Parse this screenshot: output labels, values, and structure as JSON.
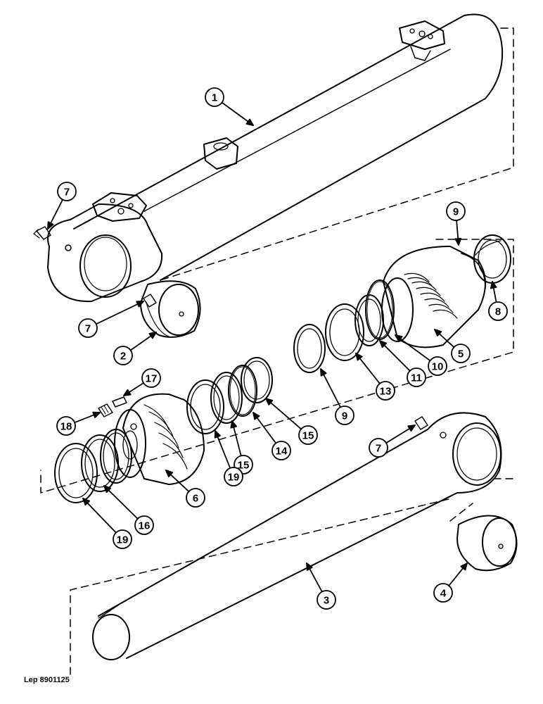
{
  "drawing_ref": "Lep 8901125",
  "callouts": [
    {
      "id": "c1",
      "label": "1"
    },
    {
      "id": "c7a",
      "label": "7"
    },
    {
      "id": "c7b",
      "label": "7"
    },
    {
      "id": "c2",
      "label": "2"
    },
    {
      "id": "c9a",
      "label": "9"
    },
    {
      "id": "c8",
      "label": "8"
    },
    {
      "id": "c5",
      "label": "5"
    },
    {
      "id": "c10",
      "label": "10"
    },
    {
      "id": "c11",
      "label": "11"
    },
    {
      "id": "c13",
      "label": "13"
    },
    {
      "id": "c9b",
      "label": "9"
    },
    {
      "id": "c17",
      "label": "17"
    },
    {
      "id": "c18",
      "label": "18"
    },
    {
      "id": "c15a",
      "label": "15"
    },
    {
      "id": "c14",
      "label": "14"
    },
    {
      "id": "c15b",
      "label": "15"
    },
    {
      "id": "c19a",
      "label": "19"
    },
    {
      "id": "c6",
      "label": "6"
    },
    {
      "id": "c16",
      "label": "16"
    },
    {
      "id": "c19b",
      "label": "19"
    },
    {
      "id": "c7c",
      "label": "7"
    },
    {
      "id": "c3",
      "label": "3"
    },
    {
      "id": "c4",
      "label": "4"
    }
  ]
}
